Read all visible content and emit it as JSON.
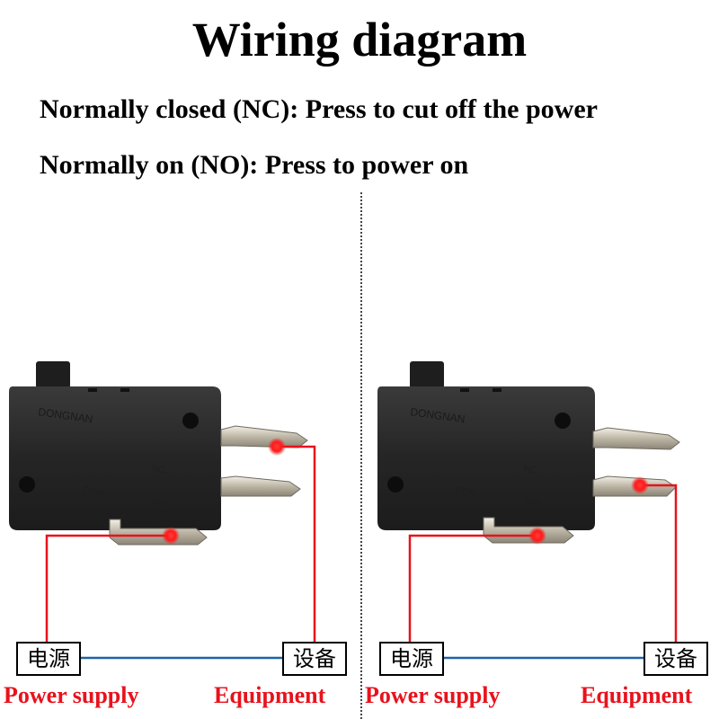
{
  "title": "Wiring diagram",
  "lines": [
    "Normally closed (NC): Press to cut off the power",
    "Normally on (NO): Press to power on"
  ],
  "panels": [
    {
      "brand": "DONGNAN",
      "terminal_marks": [
        "NC",
        "COM",
        "NO"
      ],
      "source_label": "电源",
      "device_label": "设备",
      "source_caption": "Power supply",
      "device_caption": "Equipment"
    },
    {
      "brand": "DONGNAN",
      "terminal_marks": [
        "NC",
        "COM",
        "NO"
      ],
      "source_label": "电源",
      "device_label": "设备",
      "source_caption": "Power supply",
      "device_caption": "Equipment"
    }
  ],
  "colors": {
    "wire": "#e8121c",
    "link": "#1e63a8",
    "body": "#2b2b2b"
  }
}
